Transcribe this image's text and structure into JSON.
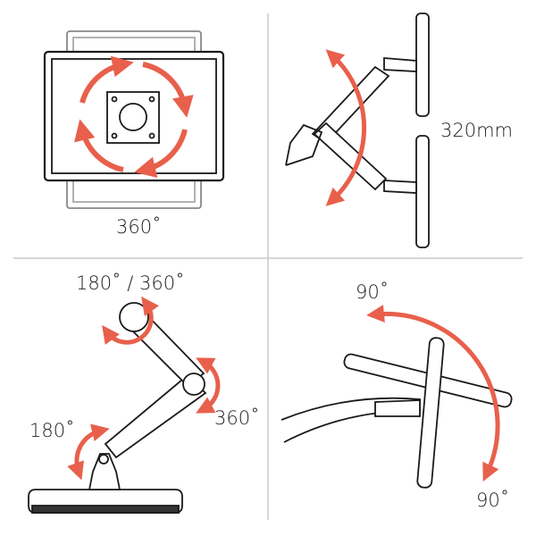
{
  "colors": {
    "accent": "#e8604c",
    "line": "#1a1a1a",
    "divider": "#c8c8c8"
  },
  "panels": [
    {
      "id": "rotation",
      "label": "360˚"
    },
    {
      "id": "height",
      "label": "320mm"
    },
    {
      "id": "arm-joints",
      "labels": [
        "180˚ / 360˚",
        "360˚",
        "180˚"
      ]
    },
    {
      "id": "tilt",
      "labels": [
        "90˚",
        "90˚"
      ]
    }
  ]
}
